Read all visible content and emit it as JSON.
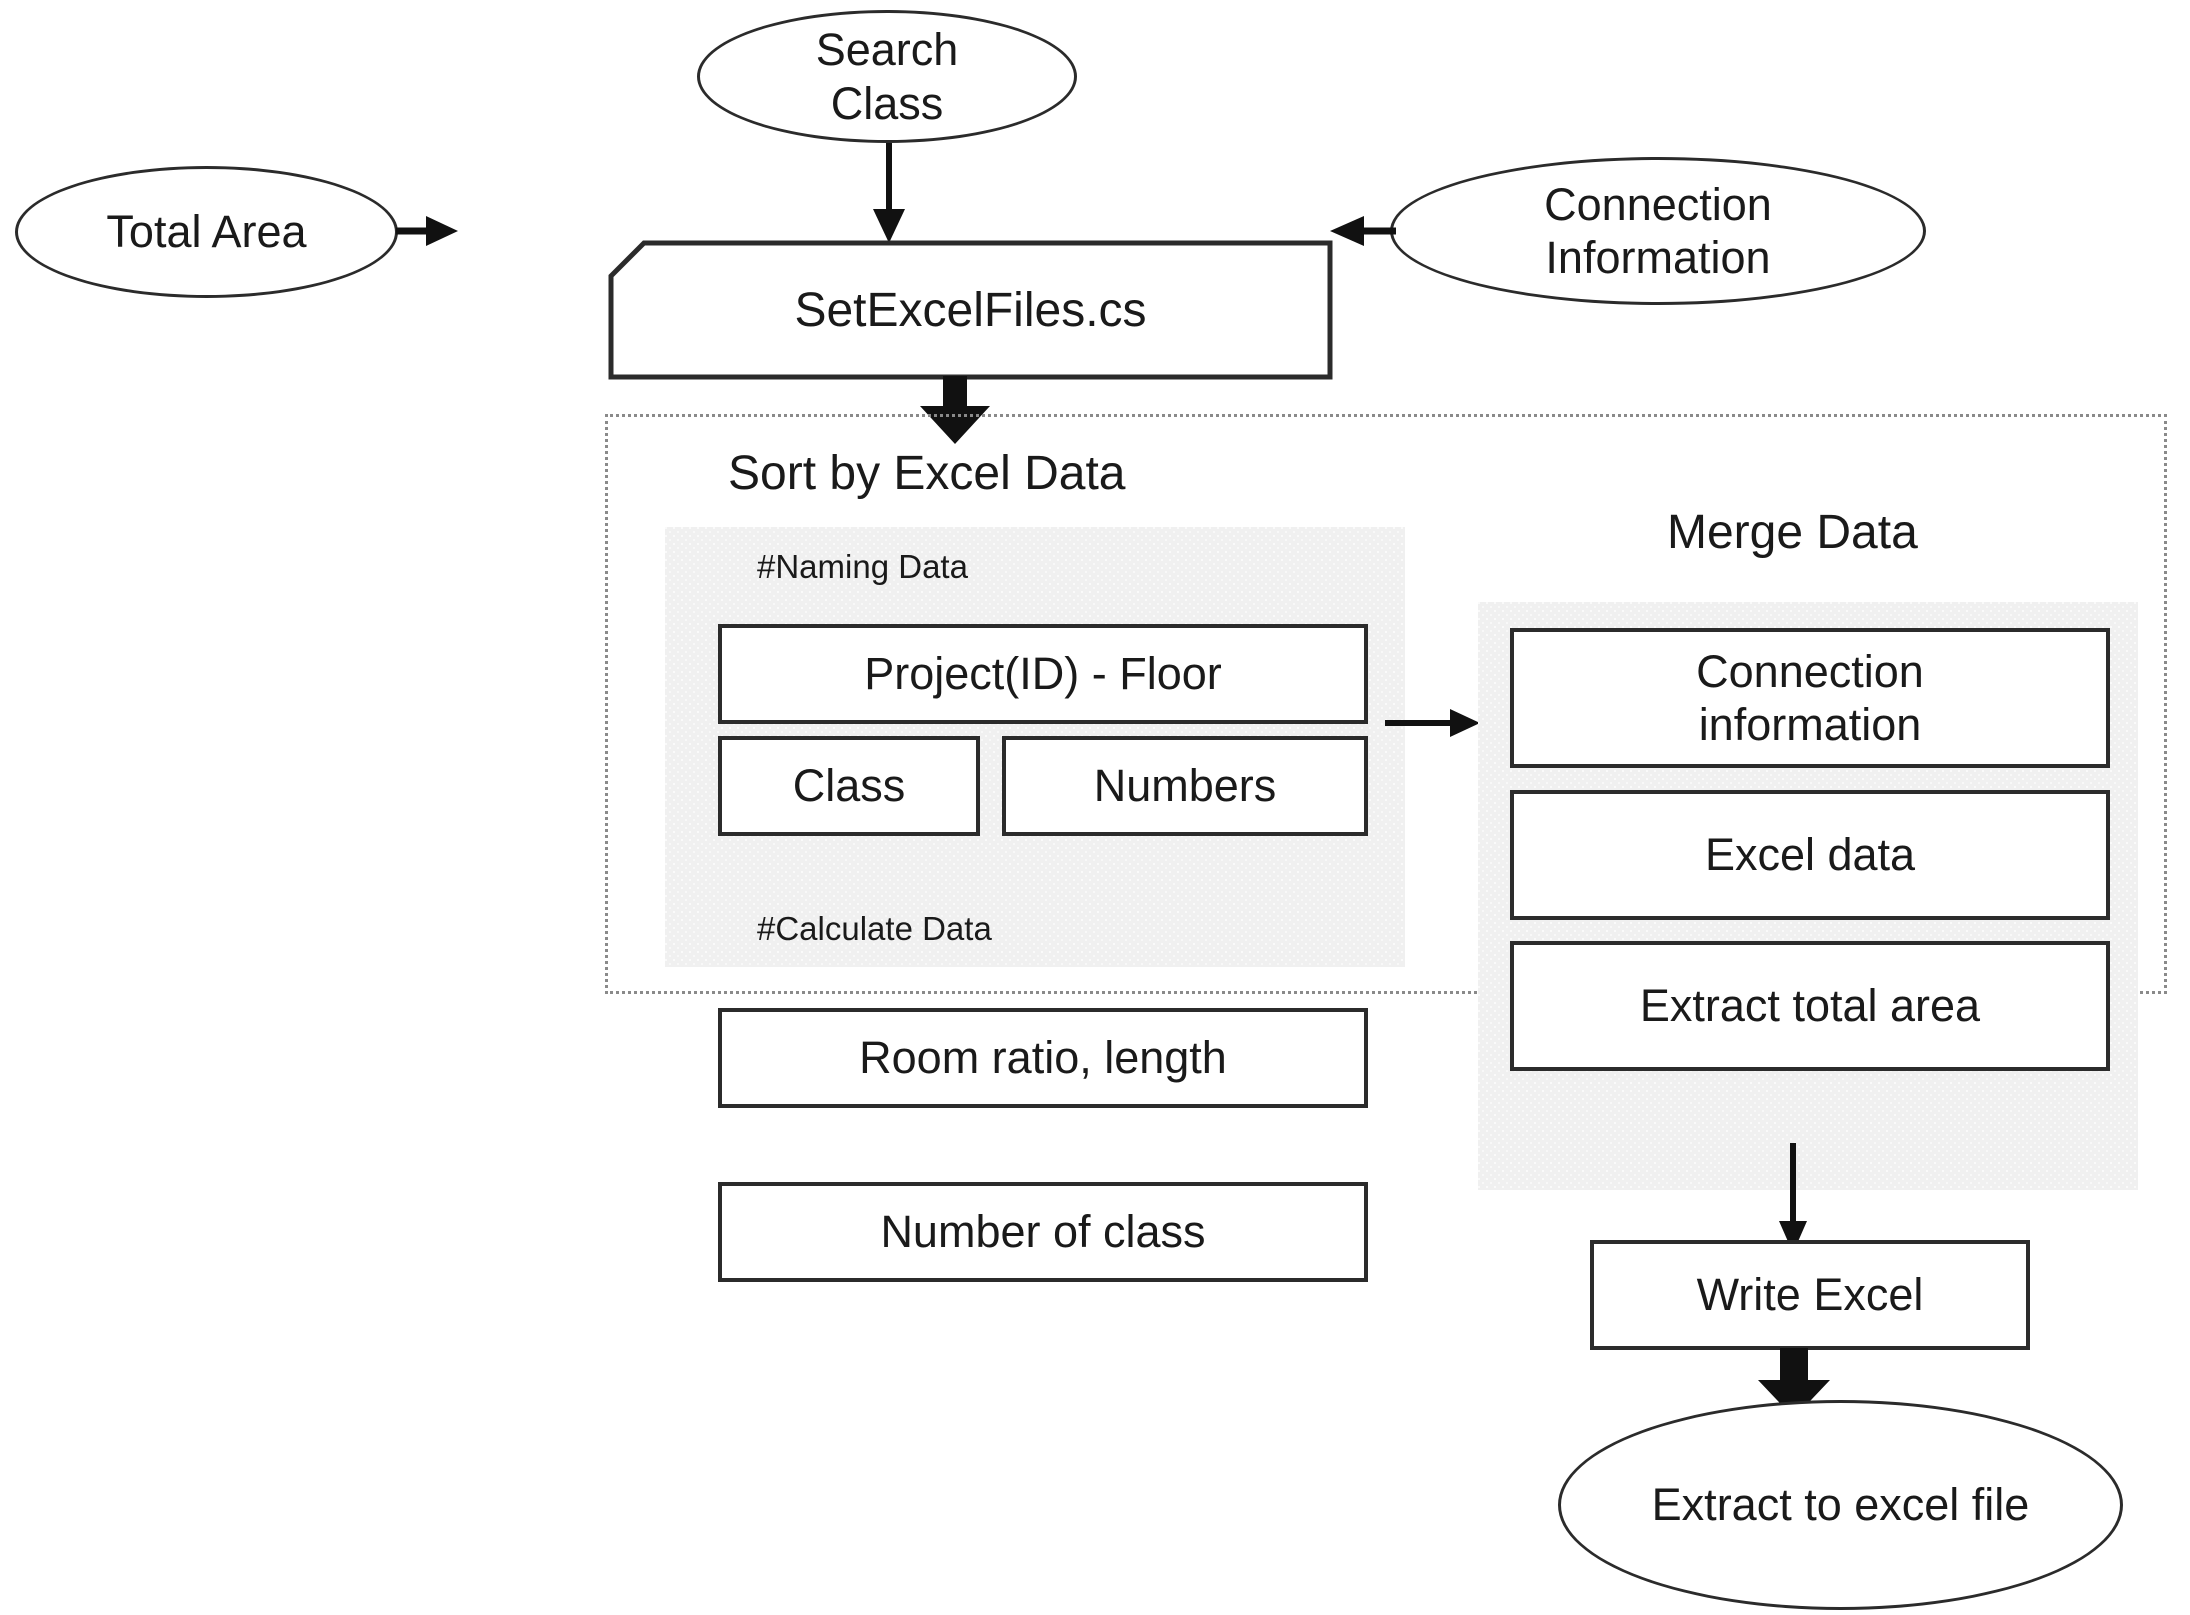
{
  "diagram": {
    "title": "SetExcelFiles.cs data flow",
    "colors": {
      "stroke": "#2b2b2b",
      "arrow": "#111111",
      "panel_fill": "#f0f0f0",
      "dashed_border": "#8a8a8a",
      "background": "#ffffff"
    }
  },
  "inputs": {
    "search_class": "Search\nClass",
    "search_class_line1": "Search",
    "search_class_line2": "Class",
    "total_area": "Total Area",
    "connection_information_line1": "Connection",
    "connection_information_line2": "Information"
  },
  "process": {
    "main_label": "SetExcelFiles.cs"
  },
  "group": {
    "sort_caption": "Sort by Excel Data",
    "merge_caption": "Merge Data",
    "naming_caption": "#Naming Data",
    "calculate_caption": "#Calculate Data"
  },
  "naming_boxes": [
    {
      "label": "Project(ID) - Floor"
    },
    {
      "label": "Class"
    },
    {
      "label": "Numbers"
    }
  ],
  "calculate_boxes": [
    {
      "label": "Room ratio, length"
    },
    {
      "label": "Number of class"
    }
  ],
  "merge_boxes": [
    {
      "label_line1": "Connection",
      "label_line2": "information"
    },
    {
      "label_line1": "Excel data",
      "label_line2": ""
    },
    {
      "label_line1": "Extract total area",
      "label_line2": ""
    }
  ],
  "output": {
    "write_excel": "Write Excel",
    "extract_to_excel_file": "Extract to excel file"
  },
  "connectors": [
    {
      "name": "search-class-to-setexcelfiles",
      "style": "thin-arrow",
      "direction": "down"
    },
    {
      "name": "total-area-to-setexcelfiles",
      "style": "thin-arrow",
      "direction": "right"
    },
    {
      "name": "connection-information-to-setexcelfiles",
      "style": "thin-arrow",
      "direction": "left"
    },
    {
      "name": "setexcelfiles-to-sort-group",
      "style": "block-arrow",
      "direction": "down"
    },
    {
      "name": "naming-data-to-merge-data",
      "style": "thin-arrow",
      "direction": "right"
    },
    {
      "name": "merge-data-to-write-excel",
      "style": "thin-arrow",
      "direction": "down"
    },
    {
      "name": "write-excel-to-extract-file",
      "style": "block-arrow",
      "direction": "down"
    }
  ]
}
